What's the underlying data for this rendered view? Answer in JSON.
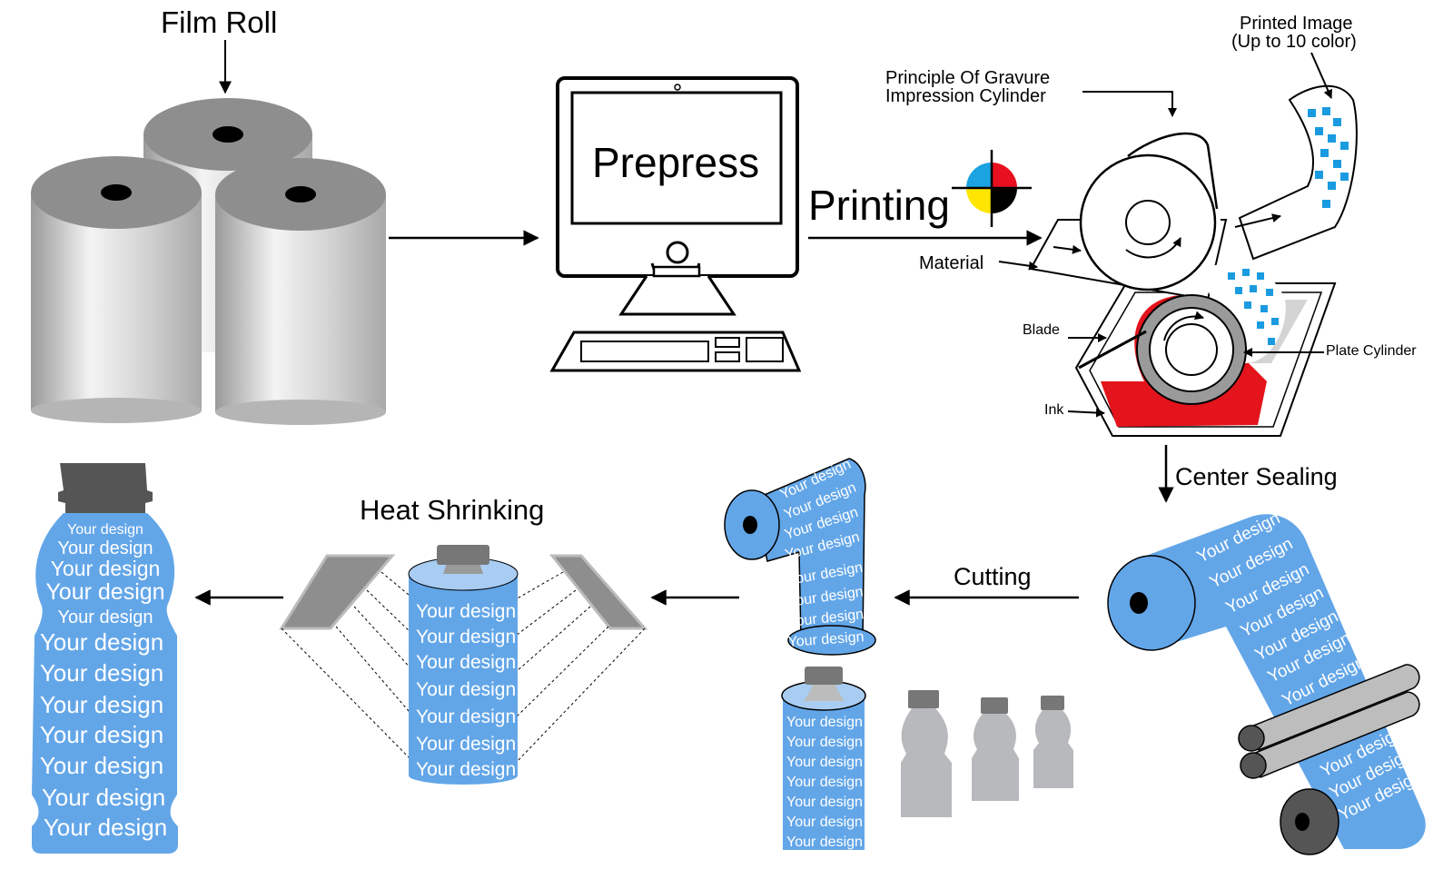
{
  "title": "Shrink Sleeve Label Production Process",
  "steps": {
    "film_roll": "Film Roll",
    "prepress": "Prepress",
    "printing": "Printing",
    "center_sealing": "Center Sealing",
    "cutting": "Cutting",
    "heat_shrinking": "Heat Shrinking"
  },
  "gravure": {
    "impression_line1": "Principle Of Gravure",
    "impression_line2": "Impression Cylinder",
    "printed_image_line1": "Printed Image",
    "printed_image_line2": "(Up to 10 color)",
    "material": "Material",
    "blade": "Blade",
    "ink": "Ink",
    "plate_cylinder": "Plate Cylinder"
  },
  "label_text": "Your design",
  "colors": {
    "sleeve_blue": "#63a6e8",
    "ink_red": "#e3141c",
    "cap_gray": "#555555",
    "cmyk": [
      "#1aa3e0",
      "#e8101f",
      "#ffe500",
      "#000000"
    ]
  }
}
